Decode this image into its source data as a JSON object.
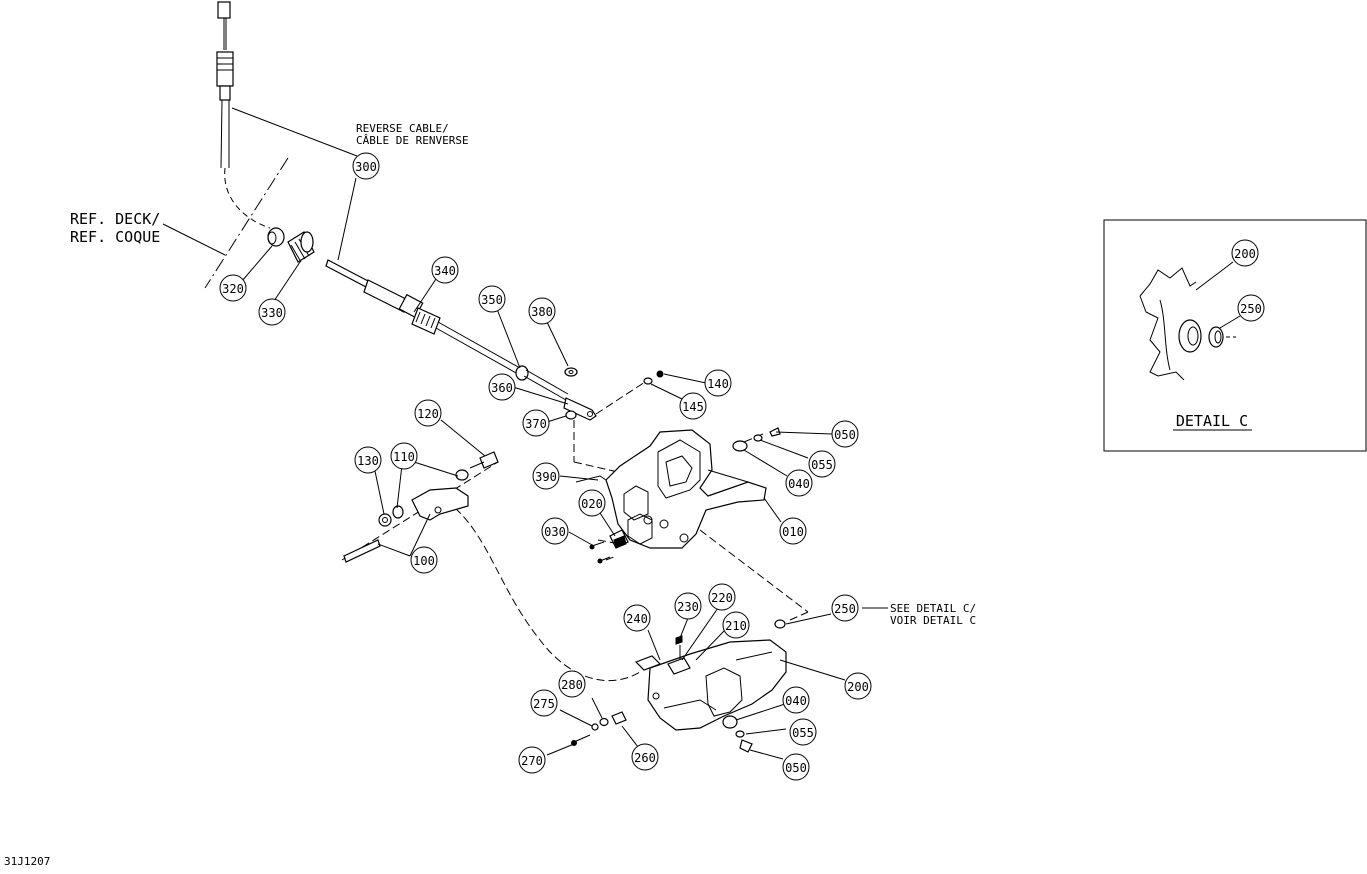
{
  "labels": {
    "reverse_cable_line1": "REVERSE CABLE/",
    "reverse_cable_line2": "CÂBLE DE RENVERSE",
    "ref_deck_line1": "REF. DECK/",
    "ref_deck_line2": "REF. COQUE",
    "see_detail_line1": "SEE DETAIL C/",
    "see_detail_line2": "VOIR DETAIL C",
    "detail_title": "DETAIL C",
    "figure_id": "31J1207"
  },
  "callouts": [
    {
      "id": "c300",
      "num": "300"
    },
    {
      "id": "c320",
      "num": "320"
    },
    {
      "id": "c330",
      "num": "330"
    },
    {
      "id": "c340",
      "num": "340"
    },
    {
      "id": "c350",
      "num": "350"
    },
    {
      "id": "c380",
      "num": "380"
    },
    {
      "id": "c360",
      "num": "360"
    },
    {
      "id": "c370",
      "num": "370"
    },
    {
      "id": "c140",
      "num": "140"
    },
    {
      "id": "c145",
      "num": "145"
    },
    {
      "id": "c120",
      "num": "120"
    },
    {
      "id": "c130",
      "num": "130"
    },
    {
      "id": "c110",
      "num": "110"
    },
    {
      "id": "c100",
      "num": "100"
    },
    {
      "id": "c390",
      "num": "390"
    },
    {
      "id": "c020",
      "num": "020"
    },
    {
      "id": "c030",
      "num": "030"
    },
    {
      "id": "c050a",
      "num": "050"
    },
    {
      "id": "c055a",
      "num": "055"
    },
    {
      "id": "c040a",
      "num": "040"
    },
    {
      "id": "c010",
      "num": "010"
    },
    {
      "id": "c240",
      "num": "240"
    },
    {
      "id": "c230",
      "num": "230"
    },
    {
      "id": "c220",
      "num": "220"
    },
    {
      "id": "c210",
      "num": "210"
    },
    {
      "id": "c250a",
      "num": "250"
    },
    {
      "id": "c200a",
      "num": "200"
    },
    {
      "id": "c280",
      "num": "280"
    },
    {
      "id": "c275",
      "num": "275"
    },
    {
      "id": "c270",
      "num": "270"
    },
    {
      "id": "c260",
      "num": "260"
    },
    {
      "id": "c040b",
      "num": "040"
    },
    {
      "id": "c055b",
      "num": "055"
    },
    {
      "id": "c050b",
      "num": "050"
    },
    {
      "id": "c200b",
      "num": "200"
    },
    {
      "id": "c250b",
      "num": "250"
    }
  ]
}
